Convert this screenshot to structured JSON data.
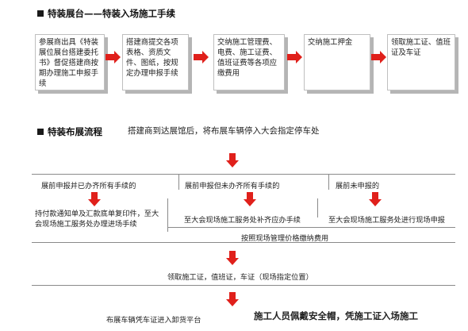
{
  "section1": {
    "title": "特装展台——特装入场施工手续",
    "steps": [
      "参展商出具《特装展位展台搭建委托书》督促搭建商按期办理施工申报手续",
      "搭建商提交各项表格、资质文件、图纸，按规定办理申报手续",
      "交纳施工管理费、电费、施工证费、值班证费等各项应缴费用",
      "交纳施工押金",
      "领取施工证、值班证及车证"
    ]
  },
  "section2": {
    "title": "特装布展流程",
    "intro": "搭建商到达展馆后，将布展车辆停入大会指定停车处",
    "branches": [
      "展前申报并已办齐所有手续的",
      "展前申报但未办齐所有手续的",
      "展前未申报的"
    ],
    "branch1_result": "持付款通知单及汇款底单复印件，至大会现场施工服务处办理进场手续",
    "branch2_result": "至大会现场施工服务处补齐应办手续",
    "branch3_result": "至大会现场施工服务处进行现场申报",
    "fee_note": "按照现场管理价格缴纳费用",
    "collect": "领取施工证，值班证，车证（现场指定位置）",
    "final_left": "布展车辆凭车证进入卸货平台",
    "final_right": "施工人员佩戴安全帽，凭施工证入场施工"
  },
  "colors": {
    "arrow": "#e0201b",
    "box_border": "#bfbfbf",
    "shadow": "#b5b5b5"
  }
}
